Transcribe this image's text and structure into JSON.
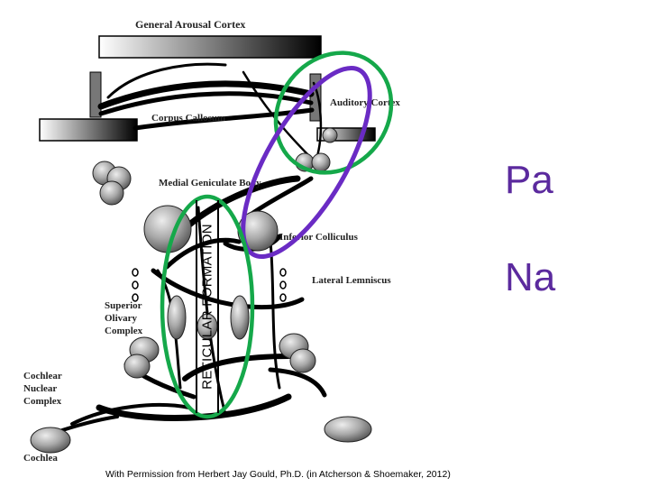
{
  "labels": {
    "general_arousal_cortex": "General Arousal Cortex",
    "auditory_cortex": "Auditory Cortex",
    "corpus_callosum": "Corpus Callosum",
    "medial_geniculate_body": "Medial Geniculate Body",
    "inferior_colliculus": "Inferior Colliculus",
    "lateral_lemniscus": "Lateral Lemniscus",
    "superior_olivary_complex": [
      "Superior",
      "Olivary",
      "Complex"
    ],
    "cochlear_nuclear_complex": [
      "Cochlear",
      "Nuclear",
      "Complex"
    ],
    "cochlea": "Cochlea"
  },
  "overlay": {
    "reticular_formation": "RETICULAR FORMATION",
    "pa": "Pa",
    "na": "Na",
    "credit": "With Permission from Herbert Jay Gould, Ph.D. (in Atcherson & Shoemaker, 2012)"
  },
  "colors": {
    "green_outline": "#15a84a",
    "purple_outline": "#6a2bc4",
    "text_purple": "#5b2a9e"
  }
}
